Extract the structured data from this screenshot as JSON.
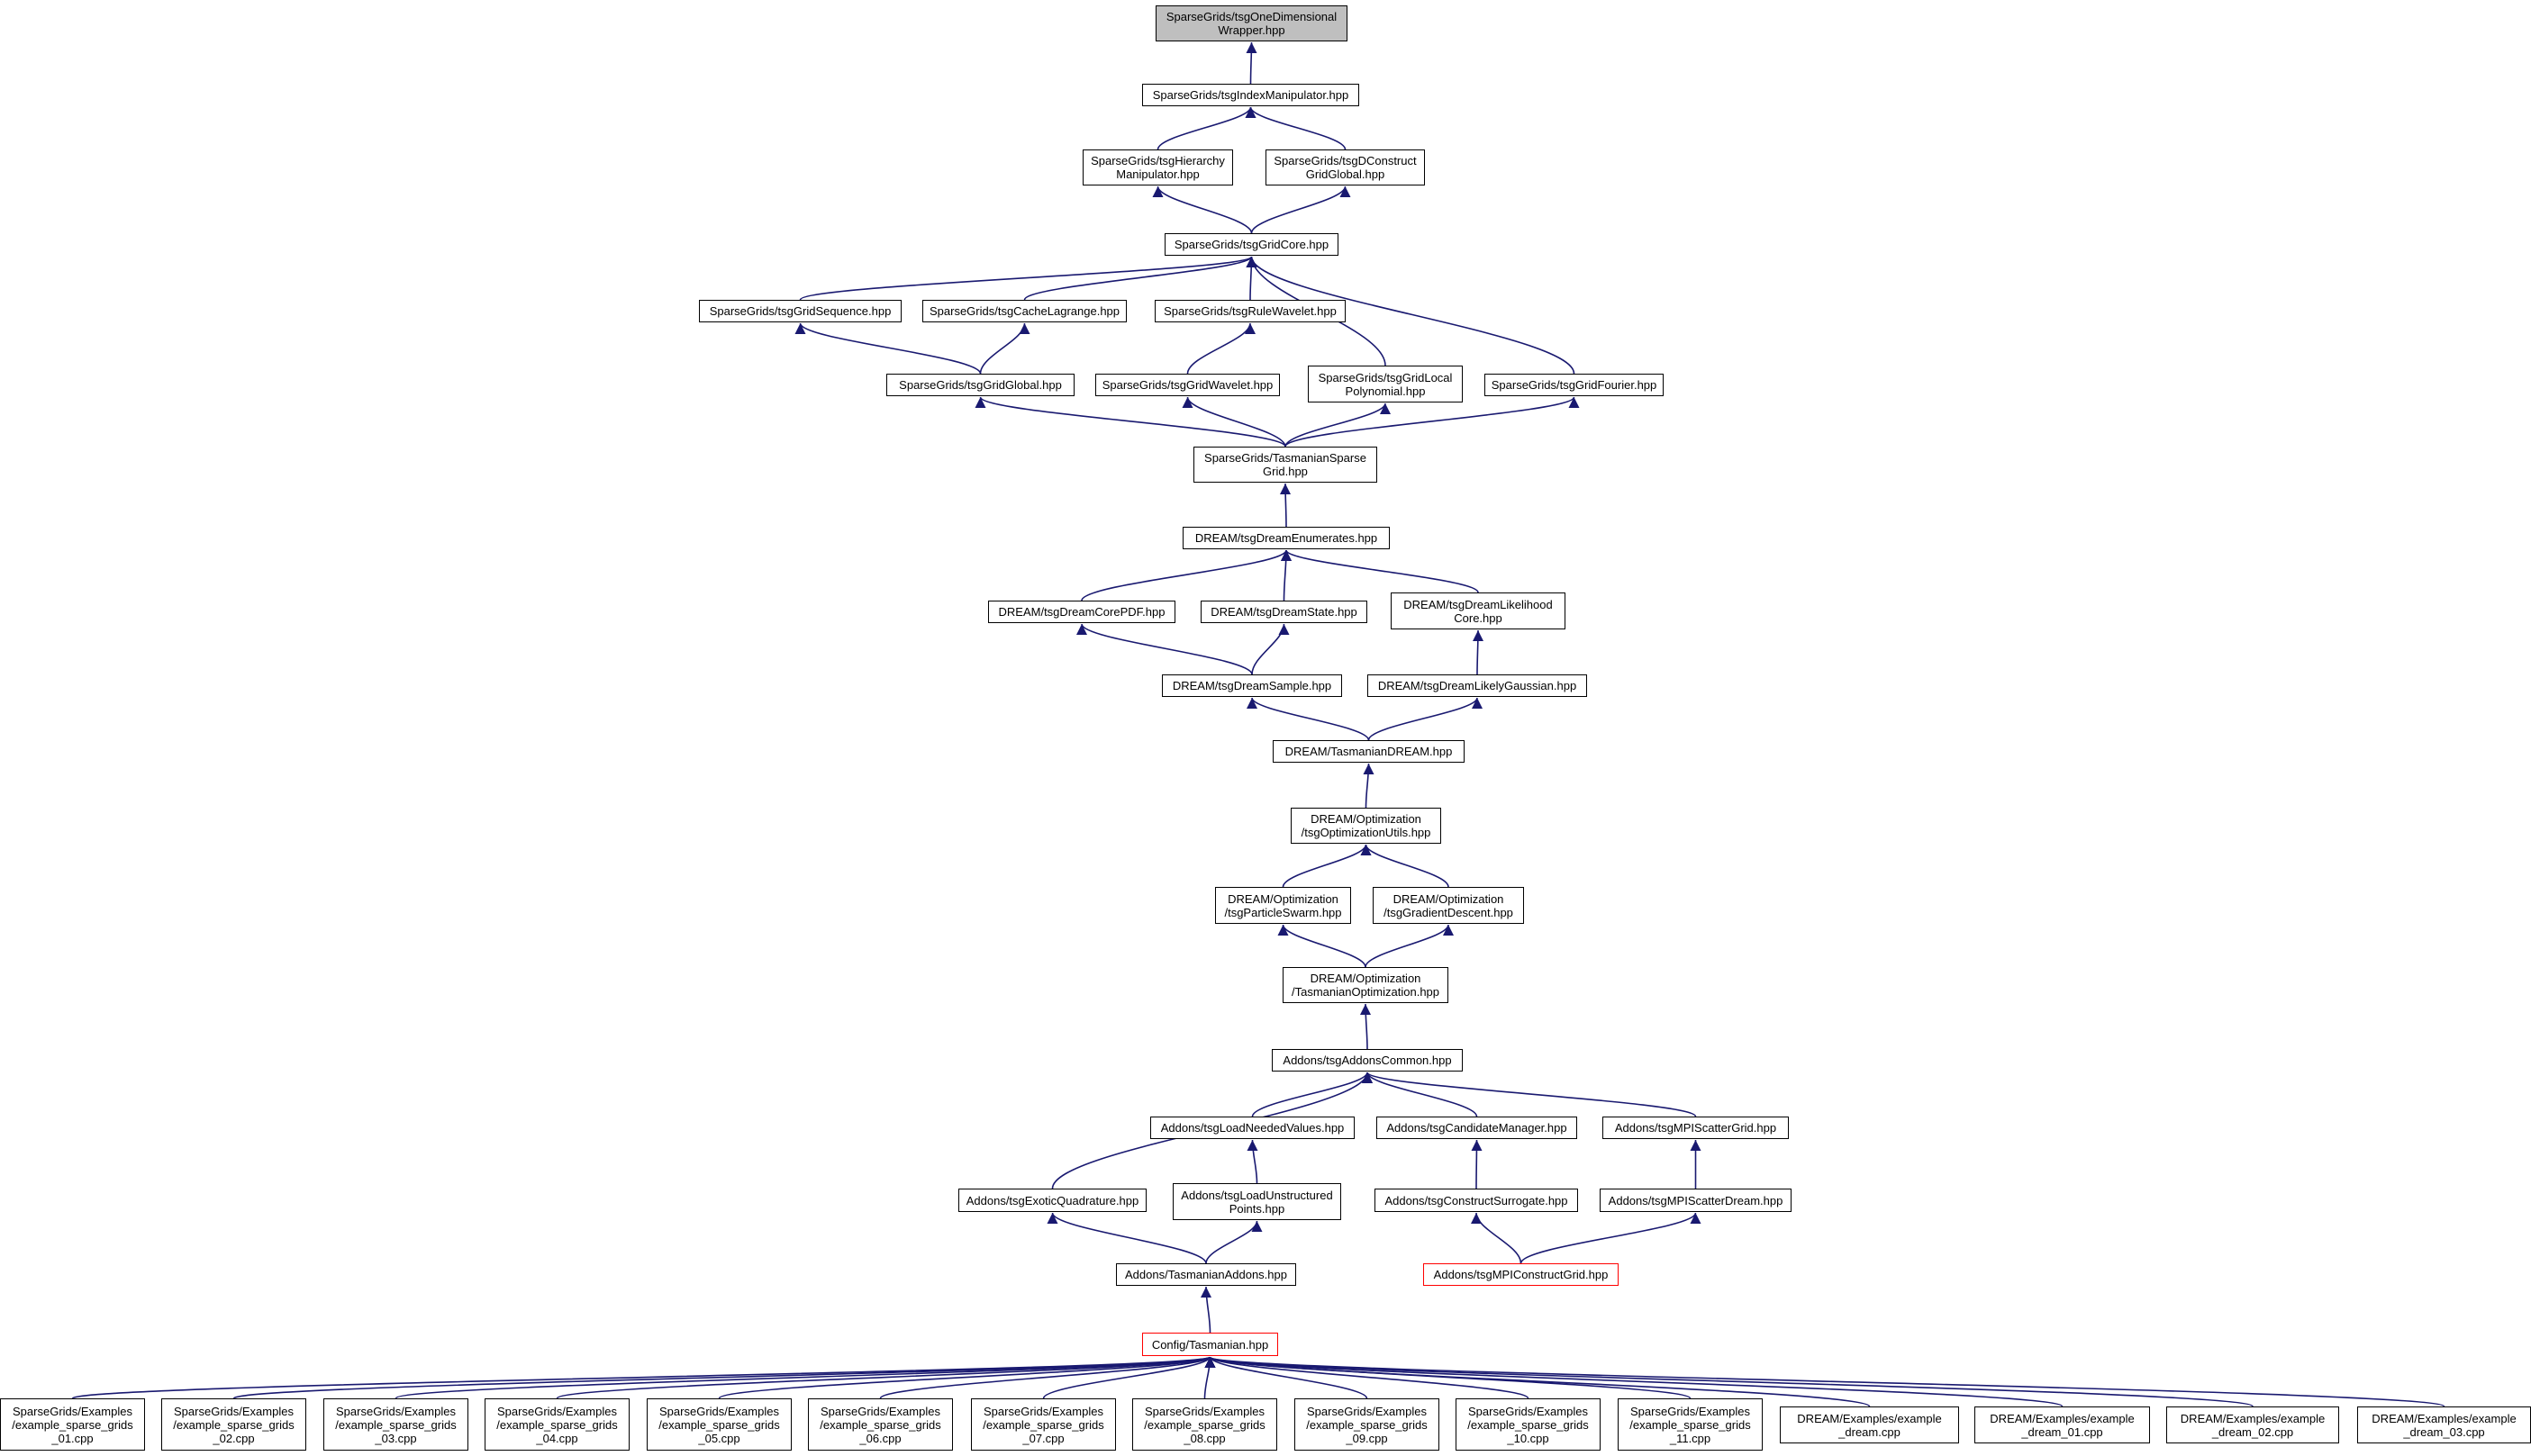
{
  "diagram": {
    "edge_color": "#191970",
    "focus_fill": "#bfbfbf",
    "truncated_border": "#ff0000",
    "nodes": [
      {
        "id": "n1",
        "label": "SparseGrids/tsgOneDimensional\nWrapper.hpp",
        "style": "focus"
      },
      {
        "id": "n2",
        "label": "SparseGrids/tsgIndexManipulator.hpp",
        "style": "normal"
      },
      {
        "id": "n3",
        "label": "SparseGrids/tsgHierarchy\nManipulator.hpp",
        "style": "normal"
      },
      {
        "id": "n4",
        "label": "SparseGrids/tsgDConstruct\nGridGlobal.hpp",
        "style": "normal"
      },
      {
        "id": "n5",
        "label": "SparseGrids/tsgGridCore.hpp",
        "style": "normal"
      },
      {
        "id": "n6",
        "label": "SparseGrids/tsgGridSequence.hpp",
        "style": "normal"
      },
      {
        "id": "n7",
        "label": "SparseGrids/tsgCacheLagrange.hpp",
        "style": "normal"
      },
      {
        "id": "n8",
        "label": "SparseGrids/tsgRuleWavelet.hpp",
        "style": "normal"
      },
      {
        "id": "n9",
        "label": "SparseGrids/tsgGridGlobal.hpp",
        "style": "normal"
      },
      {
        "id": "n10",
        "label": "SparseGrids/tsgGridWavelet.hpp",
        "style": "normal"
      },
      {
        "id": "n11",
        "label": "SparseGrids/tsgGridLocal\nPolynomial.hpp",
        "style": "normal"
      },
      {
        "id": "n12",
        "label": "SparseGrids/tsgGridFourier.hpp",
        "style": "normal"
      },
      {
        "id": "n13",
        "label": "SparseGrids/TasmanianSparse\nGrid.hpp",
        "style": "normal"
      },
      {
        "id": "n14",
        "label": "DREAM/tsgDreamEnumerates.hpp",
        "style": "normal"
      },
      {
        "id": "n15",
        "label": "DREAM/tsgDreamCorePDF.hpp",
        "style": "normal"
      },
      {
        "id": "n16",
        "label": "DREAM/tsgDreamState.hpp",
        "style": "normal"
      },
      {
        "id": "n17",
        "label": "DREAM/tsgDreamLikelihood\nCore.hpp",
        "style": "normal"
      },
      {
        "id": "n18",
        "label": "DREAM/tsgDreamSample.hpp",
        "style": "normal"
      },
      {
        "id": "n19",
        "label": "DREAM/tsgDreamLikelyGaussian.hpp",
        "style": "normal"
      },
      {
        "id": "n20",
        "label": "DREAM/TasmanianDREAM.hpp",
        "style": "normal"
      },
      {
        "id": "n21",
        "label": "DREAM/Optimization\n/tsgOptimizationUtils.hpp",
        "style": "normal"
      },
      {
        "id": "n22",
        "label": "DREAM/Optimization\n/tsgParticleSwarm.hpp",
        "style": "normal"
      },
      {
        "id": "n23",
        "label": "DREAM/Optimization\n/tsgGradientDescent.hpp",
        "style": "normal"
      },
      {
        "id": "n24",
        "label": "DREAM/Optimization\n/TasmanianOptimization.hpp",
        "style": "normal"
      },
      {
        "id": "n25",
        "label": "Addons/tsgAddonsCommon.hpp",
        "style": "normal"
      },
      {
        "id": "n26",
        "label": "Addons/tsgLoadNeededValues.hpp",
        "style": "normal"
      },
      {
        "id": "n27",
        "label": "Addons/tsgCandidateManager.hpp",
        "style": "normal"
      },
      {
        "id": "n28",
        "label": "Addons/tsgMPIScatterGrid.hpp",
        "style": "normal"
      },
      {
        "id": "n29",
        "label": "Addons/tsgExoticQuadrature.hpp",
        "style": "normal"
      },
      {
        "id": "n30",
        "label": "Addons/tsgLoadUnstructured\nPoints.hpp",
        "style": "normal"
      },
      {
        "id": "n31",
        "label": "Addons/tsgConstructSurrogate.hpp",
        "style": "normal"
      },
      {
        "id": "n32",
        "label": "Addons/tsgMPIScatterDream.hpp",
        "style": "normal"
      },
      {
        "id": "n33",
        "label": "Addons/TasmanianAddons.hpp",
        "style": "normal"
      },
      {
        "id": "n34",
        "label": "Addons/tsgMPIConstructGrid.hpp",
        "style": "red"
      },
      {
        "id": "n35",
        "label": "Config/Tasmanian.hpp",
        "style": "red"
      },
      {
        "id": "n36",
        "label": "SparseGrids/Examples\n/example_sparse_grids\n_01.cpp",
        "style": "normal"
      },
      {
        "id": "n37",
        "label": "SparseGrids/Examples\n/example_sparse_grids\n_02.cpp",
        "style": "normal"
      },
      {
        "id": "n38",
        "label": "SparseGrids/Examples\n/example_sparse_grids\n_03.cpp",
        "style": "normal"
      },
      {
        "id": "n39",
        "label": "SparseGrids/Examples\n/example_sparse_grids\n_04.cpp",
        "style": "normal"
      },
      {
        "id": "n40",
        "label": "SparseGrids/Examples\n/example_sparse_grids\n_05.cpp",
        "style": "normal"
      },
      {
        "id": "n41",
        "label": "SparseGrids/Examples\n/example_sparse_grids\n_06.cpp",
        "style": "normal"
      },
      {
        "id": "n42",
        "label": "SparseGrids/Examples\n/example_sparse_grids\n_07.cpp",
        "style": "normal"
      },
      {
        "id": "n43",
        "label": "SparseGrids/Examples\n/example_sparse_grids\n_08.cpp",
        "style": "normal"
      },
      {
        "id": "n44",
        "label": "SparseGrids/Examples\n/example_sparse_grids\n_09.cpp",
        "style": "normal"
      },
      {
        "id": "n45",
        "label": "SparseGrids/Examples\n/example_sparse_grids\n_10.cpp",
        "style": "normal"
      },
      {
        "id": "n46",
        "label": "SparseGrids/Examples\n/example_sparse_grids\n_11.cpp",
        "style": "normal"
      },
      {
        "id": "n47",
        "label": "DREAM/Examples/example\n_dream.cpp",
        "style": "normal"
      },
      {
        "id": "n48",
        "label": "DREAM/Examples/example\n_dream_01.cpp",
        "style": "normal"
      },
      {
        "id": "n49",
        "label": "DREAM/Examples/example\n_dream_02.cpp",
        "style": "normal"
      },
      {
        "id": "n50",
        "label": "DREAM/Examples/example\n_dream_03.cpp",
        "style": "normal"
      }
    ],
    "edges": [
      [
        "n2",
        "n1"
      ],
      [
        "n3",
        "n2"
      ],
      [
        "n4",
        "n2"
      ],
      [
        "n5",
        "n3"
      ],
      [
        "n5",
        "n4"
      ],
      [
        "n6",
        "n5"
      ],
      [
        "n7",
        "n5"
      ],
      [
        "n8",
        "n5"
      ],
      [
        "n11",
        "n5"
      ],
      [
        "n12",
        "n5"
      ],
      [
        "n9",
        "n6"
      ],
      [
        "n9",
        "n7"
      ],
      [
        "n10",
        "n8"
      ],
      [
        "n13",
        "n9"
      ],
      [
        "n13",
        "n10"
      ],
      [
        "n13",
        "n11"
      ],
      [
        "n13",
        "n12"
      ],
      [
        "n14",
        "n13"
      ],
      [
        "n15",
        "n14"
      ],
      [
        "n16",
        "n14"
      ],
      [
        "n17",
        "n14"
      ],
      [
        "n18",
        "n15"
      ],
      [
        "n18",
        "n16"
      ],
      [
        "n19",
        "n17"
      ],
      [
        "n20",
        "n18"
      ],
      [
        "n20",
        "n19"
      ],
      [
        "n21",
        "n20"
      ],
      [
        "n22",
        "n21"
      ],
      [
        "n23",
        "n21"
      ],
      [
        "n24",
        "n22"
      ],
      [
        "n24",
        "n23"
      ],
      [
        "n25",
        "n24"
      ],
      [
        "n26",
        "n25"
      ],
      [
        "n27",
        "n25"
      ],
      [
        "n28",
        "n25"
      ],
      [
        "n29",
        "n25"
      ],
      [
        "n30",
        "n26"
      ],
      [
        "n31",
        "n27"
      ],
      [
        "n32",
        "n28"
      ],
      [
        "n33",
        "n29"
      ],
      [
        "n33",
        "n30"
      ],
      [
        "n34",
        "n31"
      ],
      [
        "n34",
        "n32"
      ],
      [
        "n35",
        "n33"
      ],
      [
        "n36",
        "n35"
      ],
      [
        "n37",
        "n35"
      ],
      [
        "n38",
        "n35"
      ],
      [
        "n39",
        "n35"
      ],
      [
        "n40",
        "n35"
      ],
      [
        "n41",
        "n35"
      ],
      [
        "n42",
        "n35"
      ],
      [
        "n43",
        "n35"
      ],
      [
        "n44",
        "n35"
      ],
      [
        "n45",
        "n35"
      ],
      [
        "n46",
        "n35"
      ],
      [
        "n47",
        "n35"
      ],
      [
        "n48",
        "n35"
      ],
      [
        "n49",
        "n35"
      ],
      [
        "n50",
        "n35"
      ]
    ]
  }
}
